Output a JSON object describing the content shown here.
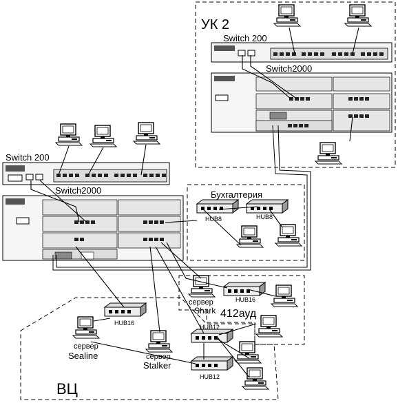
{
  "zones": {
    "uk2": "УК 2",
    "accounting": "Бухгалтерия",
    "vc": "ВЦ",
    "room412": "412ауд"
  },
  "devices": {
    "switch200_top": "Switch 200",
    "switch2000_top": "Switch2000",
    "switch200_left": "Switch 200",
    "switch2000_left": "Switch2000",
    "hub8_a": "HUB8",
    "hub8_b": "HUB8",
    "hub16_a": "HUB16",
    "hub16_b": "HUB16",
    "hub12_a": "HUB12",
    "hub12_b": "HUB12"
  },
  "servers": {
    "shark_role": "сервер",
    "shark_name": "Shark",
    "sealine_role": "сервер",
    "sealine_name": "Sealine",
    "stalker_role": "сервер",
    "stalker_name": "Stalker"
  }
}
